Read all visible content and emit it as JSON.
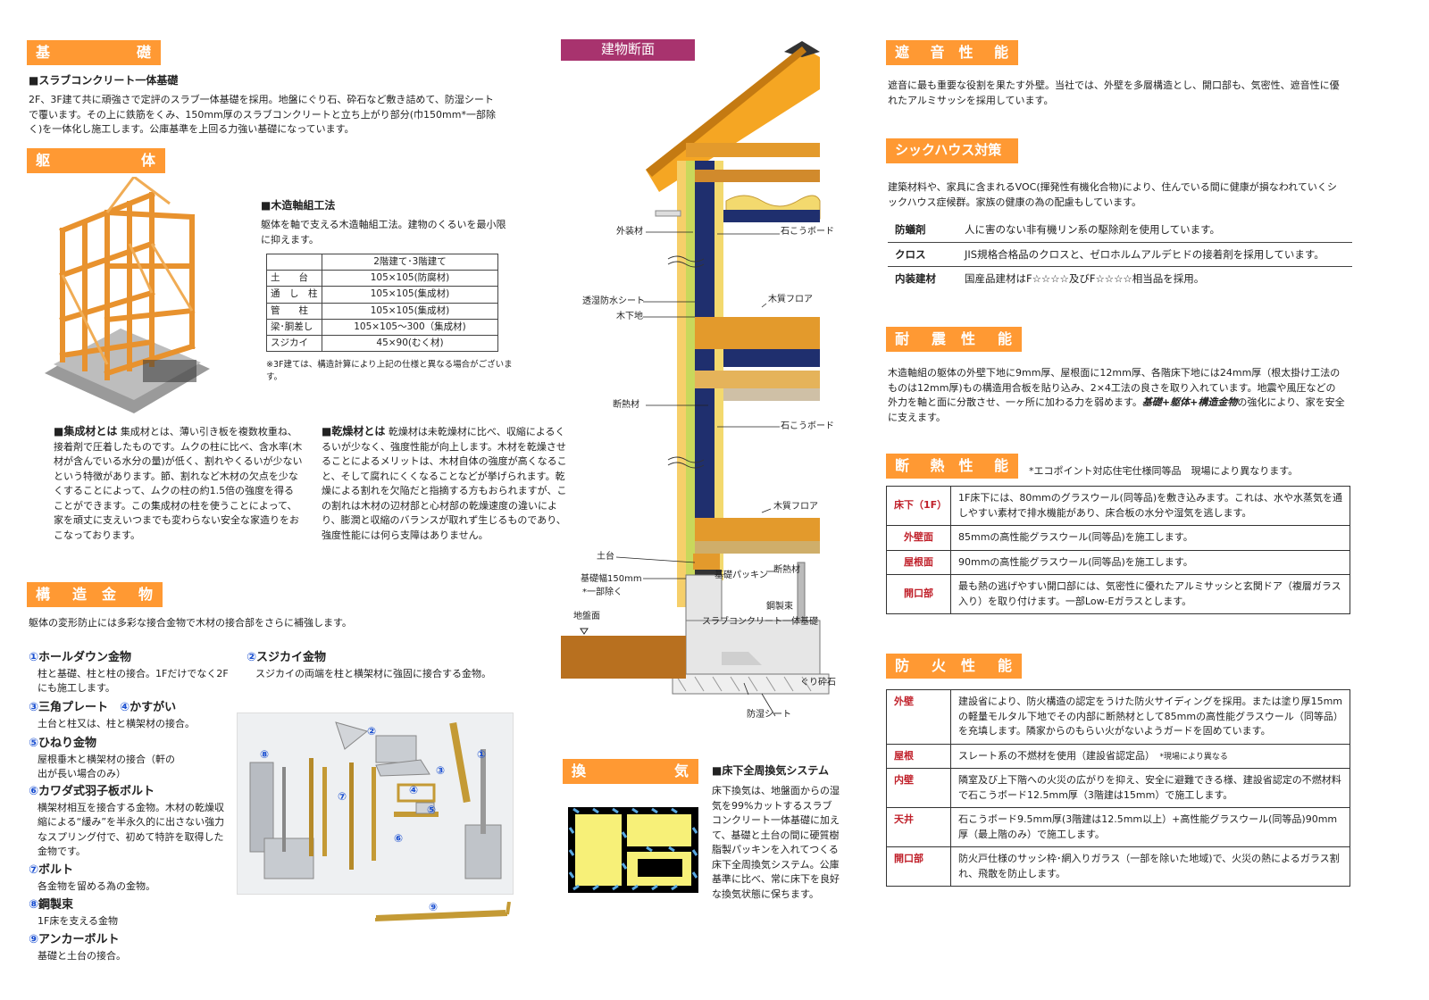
{
  "kiso": {
    "header": [
      "基",
      "礎"
    ],
    "subtitle": "■スラブコンクリート一体基礎",
    "text": "2F、3F建て共に頑強さで定評のスラブ一体基礎を採用。地盤にぐり石、砕石など敷き詰めて、防湿シートで覆います。その上に鉄筋をくみ、150mm厚のスラブコンクリートと立ち上がり部分(巾150mm*一部除く)を一体化し施工します。公庫基準を上回る力強い基礎になっています。"
  },
  "kutai": {
    "header": [
      "躯",
      "体"
    ],
    "subtitle": "■木造軸組工法",
    "text": "躯体を軸で支える木造軸組工法。建物のくるいを最小限に抑えます。",
    "table": {
      "head": "2階建て･3階建て",
      "rows": [
        {
          "label": "土　　台",
          "value": "105×105(防腐材)"
        },
        {
          "label": "通　し　柱",
          "value": "105×105(集成材)"
        },
        {
          "label": "管　　柱",
          "value": "105×105(集成材)"
        },
        {
          "label": "梁･胴差し",
          "value": "105×105～300（集成材)"
        },
        {
          "label": "スジカイ",
          "value": "45×90(むく材)"
        }
      ]
    },
    "note": "※3F建ては、構造計算により上記の仕様と異なる場合がございます。",
    "shuseizai_title": "■集成材とは",
    "shuseizai_text": "集成材とは、薄い引き板を複数枚重ね、接着剤で圧着したものです。ムクの柱に比べ、含水率(木材が含んでいる水分の量)が低く、割れやくるいが少ないという特徴があります。節、割れなど木材の欠点を少なくすることによって、ムクの柱の約1.5倍の強度を得ることができます。この集成材の柱を使うことによって、家を頑丈に支えいつまでも変わらない安全な家造りをおこなっております。",
    "kansouzai_title": "■乾燥材とは",
    "kansouzai_text": "乾燥材は未乾燥材に比べ、収縮によるくるいが少なく、強度性能が向上します。木材を乾燥させることによるメリットは、木材自体の強度が高くなること、そして腐れにくくなることなどが挙げられます。乾燥による割れを欠陥だと指摘する方もおられますが、この割れは木材の辺材部と心材部の乾燥速度の違いにより、膨潤と収縮のバランスが取れず生じるものであり、強度性能には何ら支障はありません。"
  },
  "kanamono": {
    "header": [
      "構",
      "造",
      "金",
      "物"
    ],
    "intro": "躯体の変形防止には多彩な接合金物で木材の接合部をさらに補強します。",
    "items": [
      {
        "num": "①",
        "name": "ホールダウン金物",
        "desc": "柱と基礎、柱と柱の接合。1Fだけでなく2Fにも施工します。"
      },
      {
        "num": "②",
        "name": "スジカイ金物",
        "desc": "スジカイの両端を柱と横架材に強固に接合する金物。"
      },
      {
        "num": "③",
        "name": "三角プレート",
        "num2": "④",
        "name2": "かすがい",
        "desc": "土台と柱又は、柱と横架材の接合。"
      },
      {
        "num": "⑤",
        "name": "ひねり金物",
        "desc": "屋根垂木と横架材の接合（軒の出が長い場合のみ）"
      },
      {
        "num": "⑥",
        "name": "カワダ式羽子板ボルト",
        "desc": "横架材相互を接合する金物。木材の乾燥収縮による“緩み”を半永久的に出さない強力なスプリング付で、初めて特許を取得した金物です。"
      },
      {
        "num": "⑦",
        "name": "ボルト",
        "desc": "各金物を留める為の金物。"
      },
      {
        "num": "⑧",
        "name": "鋼製束",
        "desc": "1F床を支える金物"
      },
      {
        "num": "⑨",
        "name": "アンカーボルト",
        "desc": "基礎と土台の接合。"
      }
    ],
    "photo_marks": [
      "⑧",
      "②",
      "①",
      "③",
      "⑦",
      "④",
      "⑤",
      "⑥",
      "⑨"
    ]
  },
  "danmen": {
    "title": "建物断面",
    "labels": {
      "gaisouzai": "外装材",
      "sekkou1": "石こうボード",
      "touki": "透湿防水シート",
      "kishitaji": "木下地",
      "mokushitsu1": "木質フロア",
      "dannetsu": "断熱材",
      "sekkou2": "石こうボード",
      "mokushitsu2": "木質フロア",
      "dodai": "土台",
      "kisohaba": "基礎幅150mm",
      "ichibu": "*一部除く",
      "packing": "基礎パッキン",
      "dannetsu2": "断熱材",
      "kouseizuka": "鋼製束",
      "jibanmen": "地盤面",
      "slab": "スラブコンクリート一体基礎",
      "guri": "ぐり砕石",
      "boushitsu": "防湿シート"
    }
  },
  "kanki": {
    "header": [
      "換",
      "気"
    ],
    "subtitle": "■床下全周換気システム",
    "text": "床下換気は、地盤面からの湿気を99%カットするスラブコンクリート一体基礎に加えて、基礎と土台の間に硬質樹脂製パッキンを入れてつくる床下全周換気システム。公庫基準に比べ、常に床下を良好な換気状態に保ちます。"
  },
  "shaon": {
    "header": [
      "遮",
      "音",
      "性",
      "能"
    ],
    "text": "遮音に最も重要な役割を果たす外壁。当社では、外壁を多層構造とし、開口部も、気密性、遮音性に優れたアルミサッシを採用しています。"
  },
  "sick": {
    "header": "シックハウス対策",
    "text": "建築材料や、家具に含まれるVOC(揮発性有機化合物)により、住んでいる間に健康が損なわれていくシックハウス症候群。家族の健康の為の配慮もしています。",
    "rows": [
      {
        "k": "防蟻剤",
        "v": "人に害のない非有機リン系の駆除剤を使用しています。"
      },
      {
        "k": "クロス",
        "v": "JIS規格合格品のクロスと、ゼロホルムアルデヒドの接着剤を採用しています。"
      },
      {
        "k": "内装建材",
        "v": "国産品建材はF☆☆☆☆及びF☆☆☆☆相当品を採用。"
      }
    ]
  },
  "taishin": {
    "header": [
      "耐",
      "震",
      "性",
      "能"
    ],
    "text": "木造軸組の躯体の外壁下地に9mm厚、屋根面に12mm厚、各階床下地には24mm厚（根太掛け工法のものは12mm厚)もの構造用合板を貼り込み、2×4工法の良さを取り入れています。地震や風圧などの外力を軸と面に分散させ、一ヶ所に加わる力を弱めます。",
    "bold": "基礎+躯体+構造金物",
    "tail": "の強化により、家を安全に支えます。"
  },
  "dannetsu": {
    "header": [
      "断",
      "熱",
      "性",
      "能"
    ],
    "note": "*エコポイント対応住宅仕様同等品　現場により異なります。",
    "rows": [
      {
        "k": "床下（1F）",
        "v": "1F床下には、80mmのグラスウール(同等品)を敷き込みます。これは、水や水蒸気を通しやすい素材で排水機能があり、床合板の水分や湿気を逃します。"
      },
      {
        "k": "外壁面",
        "v": "85mmの高性能グラスウール(同等品)を施工します。"
      },
      {
        "k": "屋根面",
        "v": "90mmの高性能グラスウール(同等品)を施工します。"
      },
      {
        "k": "開口部",
        "v": "最も熱の逃げやすい開口部には、気密性に優れたアルミサッシと玄関ドア（複層ガラス入り）を取り付けます。一部Low-Eガラスとします。"
      }
    ]
  },
  "bouka": {
    "header": [
      "防",
      "火",
      "性",
      "能"
    ],
    "rows": [
      {
        "k": "外壁",
        "v": "建設省により、防火構造の認定をうけた防火サイディングを採用。または塗り厚15mmの軽量モルタル下地でその内部に断熱材として85mmの高性能グラスウール（同等品）を充填します。隣家からのもらい火がないようガードを固めています。"
      },
      {
        "k": "屋根",
        "v": "スレート系の不燃材を使用（建設省認定品）",
        "small": "*現場により異なる"
      },
      {
        "k": "内壁",
        "v": "隣室及び上下階への火災の広がりを抑え、安全に避難できる様、建設省認定の不燃材料で石こうボード12.5mm厚（3階建は15mm）で施工します。"
      },
      {
        "k": "天井",
        "v": "石こうボード9.5mm厚(3階建は12.5mm以上）+高性能グラスウール(同等品)90mm厚（最上階のみ）で施工します。"
      },
      {
        "k": "開口部",
        "v": "防火戸仕様のサッシ枠･網入りガラス（一部を除いた地域)で、火災の熱によるガラス割れ、飛散を防止します。"
      }
    ]
  }
}
